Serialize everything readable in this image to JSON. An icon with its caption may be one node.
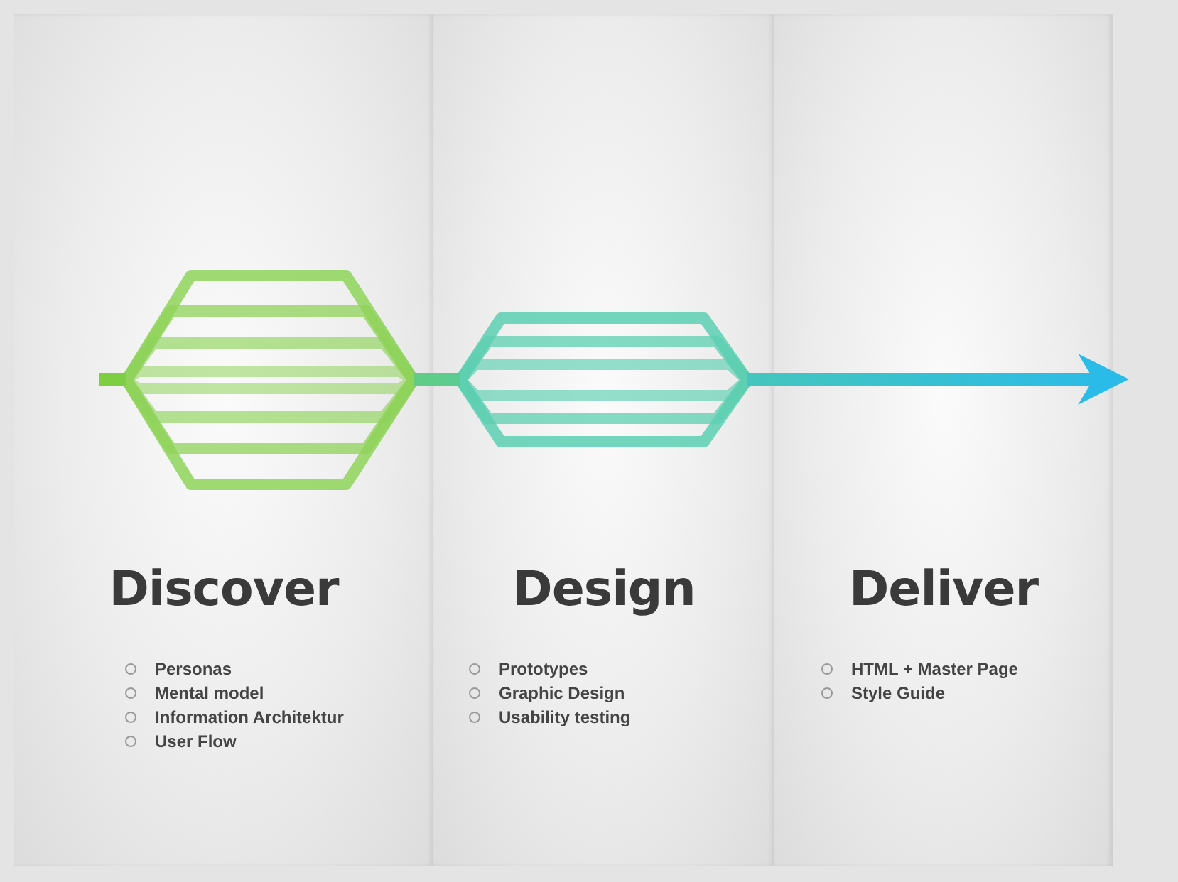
{
  "diagram": {
    "nodes": [
      {
        "text": [
          "Discover",
          "Personas",
          "Mental model",
          "Information Architektur",
          "User Flow"
        ]
      },
      {
        "text": [
          "Design",
          "Prototypes",
          "Graphic Design",
          "Usability testing"
        ]
      },
      {
        "text": [
          "Deliver",
          "HTML + Master Page",
          "Style Guide"
        ]
      },
      {
        "text": [],
        "shape": "hexagon",
        "in": 0
      },
      {
        "text": [],
        "shape": "hexagon",
        "in": 1
      }
    ],
    "edges": [
      {
        "from": null,
        "to": 3,
        "arrow": "none"
      },
      {
        "from": 3,
        "to": 4,
        "arrow": "none"
      },
      {
        "from": 4,
        "to": 2,
        "arrow": "to"
      }
    ]
  }
}
